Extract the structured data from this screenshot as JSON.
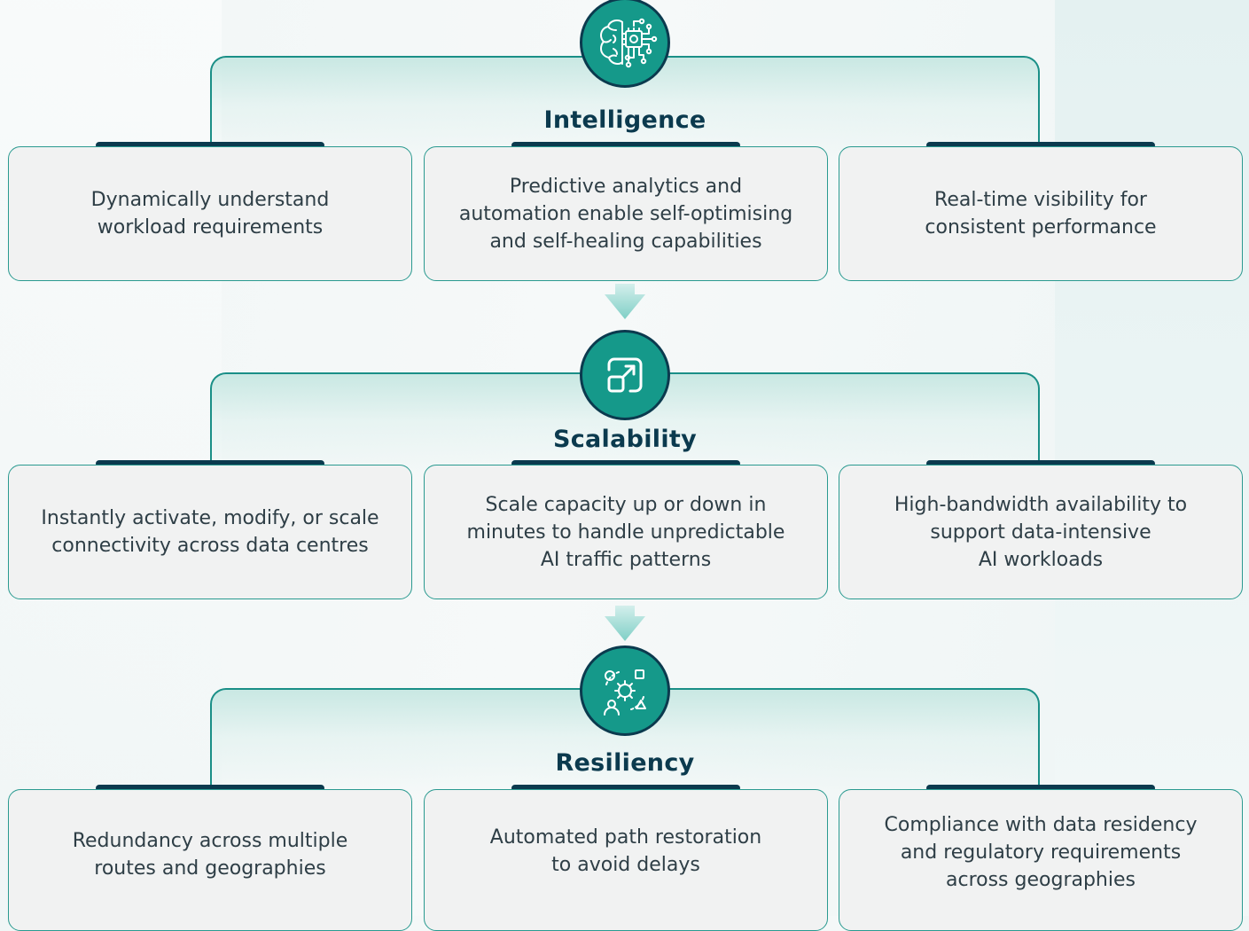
{
  "colors": {
    "accent_teal": "#15998a",
    "navy": "#0b3a4e",
    "card_bg": "#f1f2f2",
    "text": "#2e3e46"
  },
  "sections": [
    {
      "title": "Intelligence",
      "icon": "ai-brain-chip-icon",
      "cards": [
        "Dynamically understand\nworkload requirements",
        "Predictive analytics and\nautomation enable self-optimising\nand self-healing capabilities",
        "Real-time visibility for\nconsistent performance"
      ]
    },
    {
      "title": "Scalability",
      "icon": "scale-expand-icon",
      "cards": [
        "Instantly activate, modify, or scale\nconnectivity across data centres",
        "Scale capacity up or down in\nminutes to handle unpredictable\nAI traffic patterns",
        "High-bandwidth availability to\nsupport data-intensive\nAI workloads"
      ]
    },
    {
      "title": "Resiliency",
      "icon": "resilience-network-icon",
      "cards": [
        "Redundancy across multiple\nroutes and geographies",
        "Automated path restoration\nto avoid delays",
        "Compliance with data residency\nand regulatory requirements\nacross geographies"
      ]
    }
  ]
}
